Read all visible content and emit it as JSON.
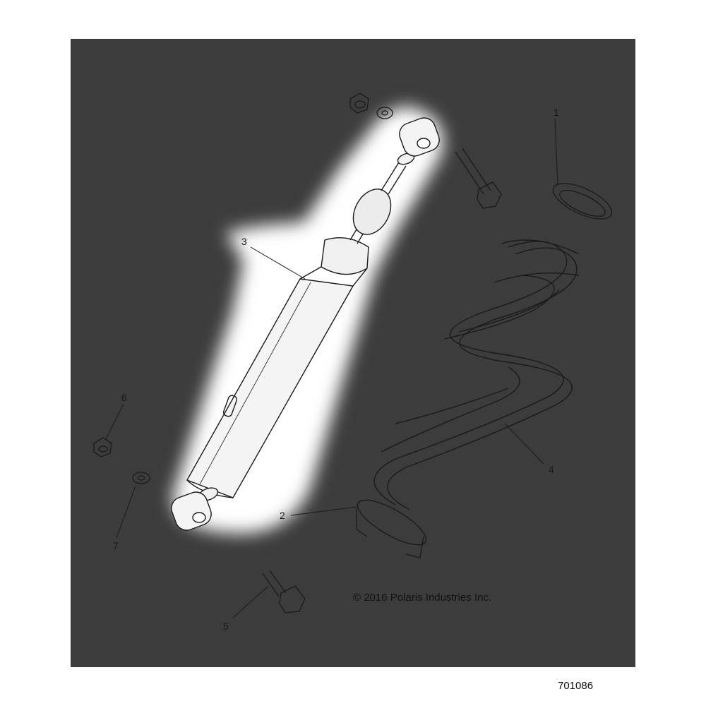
{
  "diagram": {
    "callouts": [
      "1",
      "2",
      "3",
      "4",
      "5",
      "6",
      "7"
    ],
    "copyright": "© 2016 Polaris Industries Inc.",
    "drawing_number": "701086"
  },
  "colors": {
    "background": "#3c3c3c",
    "line": "#1a1a1a",
    "highlight": "#ffffff"
  }
}
